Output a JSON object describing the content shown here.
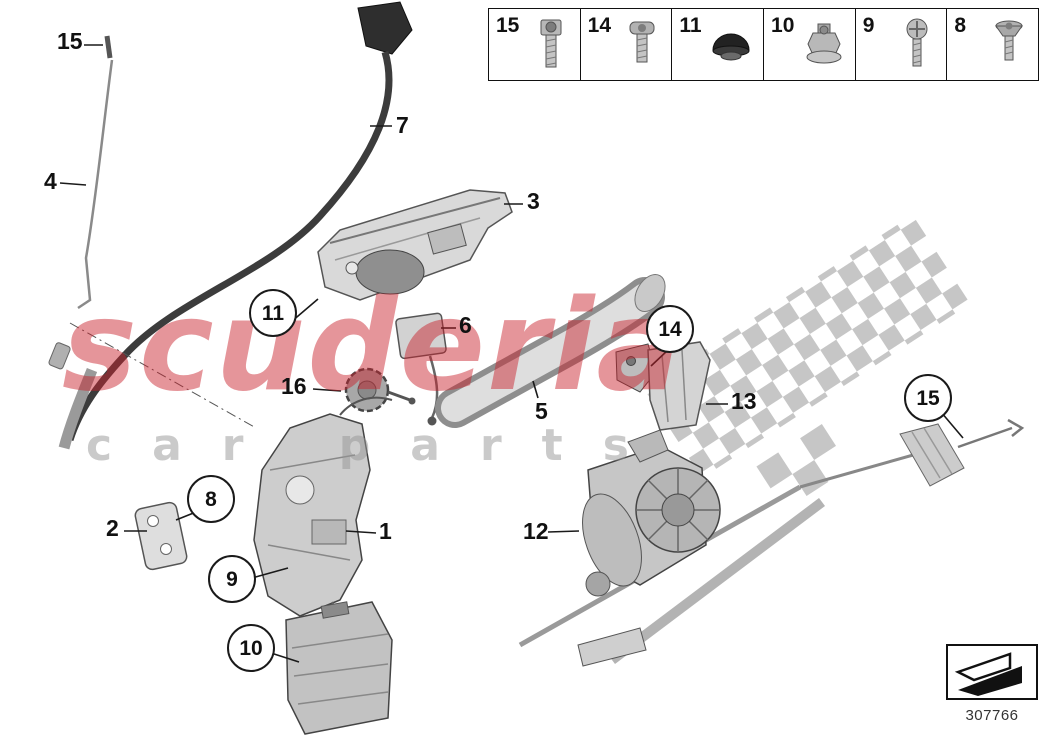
{
  "diagram": {
    "part_number": "307766",
    "description": "door lock exploded parts diagram"
  },
  "watermark": {
    "title": "scuderia",
    "subtitle": "car parts"
  },
  "legend": {
    "items": [
      {
        "number": "15",
        "icon": "socket-head-cap-screw"
      },
      {
        "number": "14",
        "icon": "torx-screw"
      },
      {
        "number": "11",
        "icon": "cover-cap"
      },
      {
        "number": "10",
        "icon": "flange-nut"
      },
      {
        "number": "9",
        "icon": "phillips-pan-screw"
      },
      {
        "number": "8",
        "icon": "countersunk-screw"
      }
    ]
  },
  "callouts": [
    {
      "label": "15",
      "style": "plain"
    },
    {
      "label": "4",
      "style": "plain"
    },
    {
      "label": "7",
      "style": "plain"
    },
    {
      "label": "3",
      "style": "plain"
    },
    {
      "label": "11",
      "style": "circled"
    },
    {
      "label": "6",
      "style": "plain"
    },
    {
      "label": "16",
      "style": "plain"
    },
    {
      "label": "14",
      "style": "circled"
    },
    {
      "label": "13",
      "style": "plain"
    },
    {
      "label": "15",
      "style": "circled"
    },
    {
      "label": "5",
      "style": "plain"
    },
    {
      "label": "8",
      "style": "circled"
    },
    {
      "label": "2",
      "style": "plain"
    },
    {
      "label": "1",
      "style": "plain"
    },
    {
      "label": "9",
      "style": "circled"
    },
    {
      "label": "12",
      "style": "plain"
    },
    {
      "label": "10",
      "style": "circled"
    }
  ]
}
